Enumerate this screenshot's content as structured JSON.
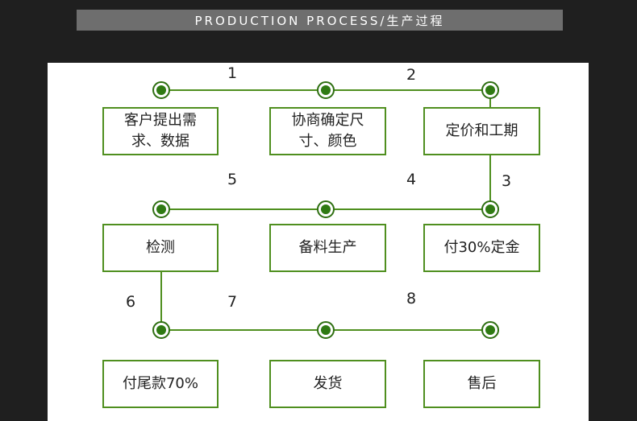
{
  "header": {
    "title": "PRODUCTION PROCESS/生产过程"
  },
  "colors": {
    "background": "#1f1f1f",
    "header_bar": "#6e6e6e",
    "panel": "#ffffff",
    "line": "#4f8f1f",
    "node_fill": "#2f7a13"
  },
  "steps": {
    "numbers": [
      "1",
      "2",
      "3",
      "4",
      "5",
      "6",
      "7",
      "8"
    ],
    "boxes": [
      "客户提出需求、数据",
      "协商确定尺寸、颜色",
      "定价和工期",
      "检测",
      "备料生产",
      "付30%定金",
      "付尾款70%",
      "发货",
      "售后"
    ]
  }
}
